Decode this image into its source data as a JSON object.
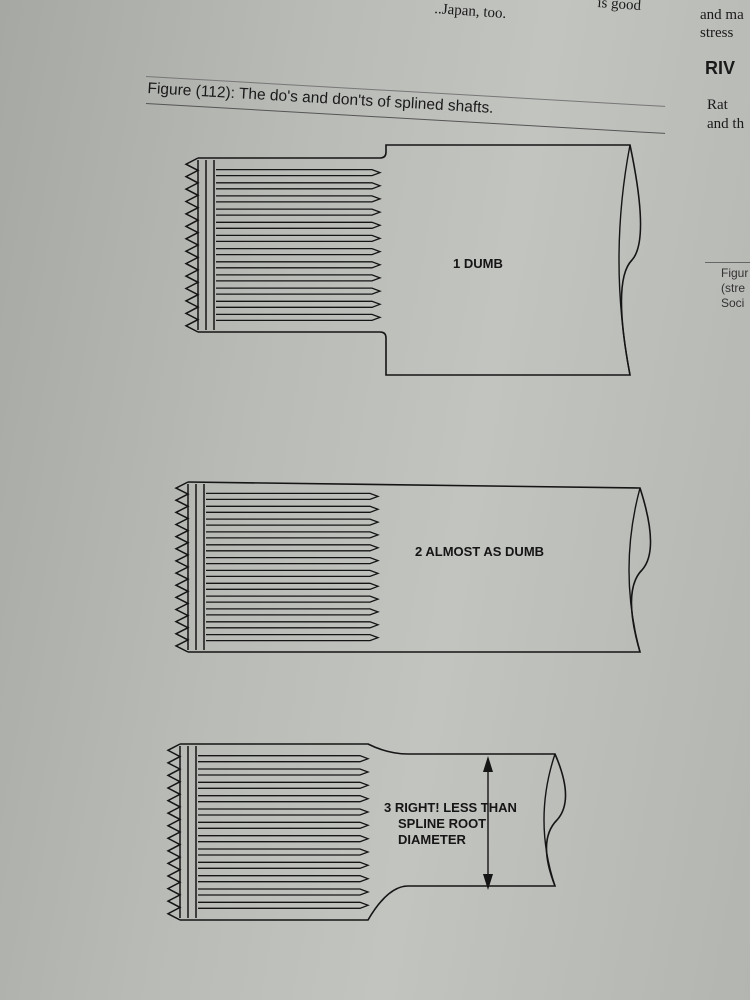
{
  "page": {
    "top_fragment": "..Japan, too.",
    "top_right_fragment": "is good",
    "right_column_lines": [
      "and ma",
      "stress"
    ],
    "right_heading": "RIV",
    "right_column_lines_2": [
      "Rat",
      "and th"
    ],
    "side_caption_lines": [
      "Figur",
      "(stre",
      "Soci"
    ]
  },
  "figure": {
    "caption": "Figure (112): The do's and don'ts of splined shafts.",
    "shafts": [
      {
        "label_lines": [
          "1 DUMB"
        ]
      },
      {
        "label_lines": [
          "2 ALMOST AS DUMB"
        ]
      },
      {
        "label_lines": [
          "3 RIGHT! LESS THAN",
          "SPLINE ROOT",
          "DIAMETER"
        ]
      }
    ]
  }
}
